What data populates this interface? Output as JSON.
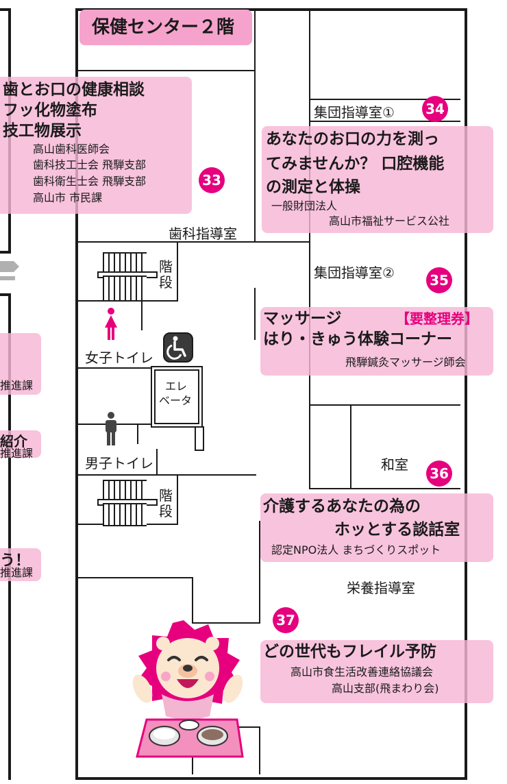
{
  "floor_title": "保健センター２階",
  "rooms": {
    "dental": "歯科指導室",
    "group1": "集団指導室①",
    "group2": "集団指導室②",
    "washitsu": "和室",
    "nutrition": "栄養指導室",
    "womens_toilet": "女子トイレ",
    "mens_toilet": "男子トイレ",
    "stairs_top": "階段",
    "stairs_bottom": "階段",
    "elevator_line1": "エレ",
    "elevator_line2": "ベータ"
  },
  "booths": {
    "b33": {
      "number": "33",
      "title": [
        "歯とお口の健康相談",
        "フッ化物塗布",
        "技工物展示"
      ],
      "orgs": [
        "高山歯科医師会",
        "歯科技工士会 飛騨支部",
        "歯科衛生士会 飛騨支部",
        "高山市 市民課"
      ]
    },
    "b34": {
      "number": "34",
      "title": [
        "あなたのお口の力を測っ",
        "てみませんか？ 口腔機能",
        "の測定と体操"
      ],
      "orgs": [
        "一般財団法人",
        "高山市福祉サービス公社"
      ]
    },
    "b35": {
      "number": "35",
      "title": [
        "マッサージ",
        "はり・きゅう体験コーナー"
      ],
      "tag": "【要整理券】",
      "orgs": [
        "飛騨鍼灸マッサージ師会"
      ]
    },
    "b36": {
      "number": "36",
      "title": [
        "介護するあなたの為の",
        "ホッとする談話室"
      ],
      "orgs": [
        "認定NPO法人 まちづくりスポット"
      ]
    },
    "b37": {
      "number": "37",
      "title": [
        "どの世代もフレイル予防"
      ],
      "orgs": [
        "高山市食生活改善連絡協議会",
        "高山支部(飛まわり会)"
      ]
    }
  },
  "left_fragments": [
    "推進課",
    "紹介",
    "推進課",
    "う！",
    "推進課"
  ],
  "icons": [
    "female-icon",
    "male-icon",
    "wheelchair-icon",
    "arrow-right-icon",
    "lion-mascot-icon",
    "meal-tray-icon"
  ],
  "colors": {
    "pink_box": "#f6b6d6",
    "number_badge": "#e6007e",
    "title_tag": "#f5a3cc",
    "female": "#e6007e",
    "male": "#444444",
    "required_ticket": "#e6007e"
  }
}
